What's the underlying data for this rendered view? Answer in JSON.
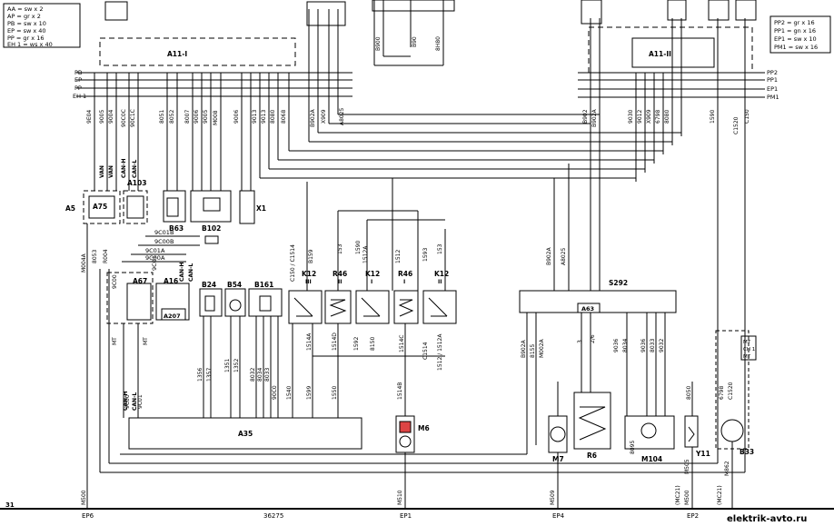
{
  "legend_left": [
    "AA = sw x 2",
    "AP = gr x 2",
    "PB = sw x 10",
    "EP = sw x 40",
    "PP = gr x 16",
    "EH 1 = ws x 40"
  ],
  "legend_right": [
    "PP2 = gr x 16",
    "PP1 = gn x 16",
    "EP1 = sw x 10",
    "PM1 = sw x 16"
  ],
  "buses_left": [
    "PB",
    "EP",
    "PP",
    "EH 1"
  ],
  "buses_right": [
    "PP2",
    "PP1",
    "EP1",
    "PM1"
  ],
  "modules": {
    "a11_1": "A11-I",
    "a11_2": "A11-II",
    "a75": "A75",
    "a5": "A5",
    "a103": "A103",
    "b63": "B63",
    "b102": "B102",
    "x1": "X1",
    "a67": "A67",
    "a16": "A16",
    "a207": "A207",
    "b24": "B24",
    "b54": "B54",
    "b161": "B161",
    "k12_3": "K12",
    "k12_3_sub": "III",
    "r46_2": "R46",
    "r46_2_sub": "II",
    "k12_1": "K12",
    "k12_1_sub": "I",
    "r46_1": "R46",
    "r46_1_sub": "I",
    "k12_2": "K12",
    "k12_2_sub": "II",
    "s292": "S292",
    "a63": "A63",
    "a35": "A35",
    "m6": "M6",
    "m7": "M7",
    "r6": "R6",
    "m104": "M104",
    "y11": "Y11",
    "b33": "B33"
  },
  "wire_labels": {
    "top_left": [
      "9E04",
      "9005",
      "9004",
      "90C0C",
      "90C1C",
      "8051",
      "8052",
      "8007",
      "9006",
      "9005",
      "M008",
      "9006",
      "9013",
      "8080",
      "8068",
      "9013",
      "B902A",
      "X909",
      "A8025"
    ],
    "top_right": [
      "B900",
      "B90",
      "8H80"
    ],
    "right": [
      "B902",
      "B902A",
      "9030",
      "9012",
      "X909",
      "6798",
      "8080",
      "1590",
      "C1520",
      "C150"
    ],
    "bus_lines": [
      "9C01B",
      "9C00B",
      "9C01A",
      "9C00A",
      "9C01"
    ],
    "can": [
      "VAN",
      "VAN",
      "CAN-H",
      "CAN-L",
      "CAN-H",
      "CAN-L",
      "CAN-H",
      "CAN-L"
    ],
    "mid": [
      "C150 / C1514",
      "B159",
      "153",
      "1512A",
      "1590",
      "1512",
      "1593",
      "153",
      "B902A",
      "A8025"
    ],
    "lower_left": [
      "M004A",
      "8053",
      "R004",
      "9C00",
      "MT",
      "MT",
      "9C00",
      "9C01"
    ],
    "lower_mid": [
      "1356",
      "1357",
      "1351",
      "1352",
      "8032",
      "8034",
      "8033",
      "90C0",
      "1540",
      "1599",
      "1550"
    ],
    "relay_bottom": [
      "1514A",
      "1514D",
      "1592",
      "1514C",
      "C1514",
      "1512 / 1512A",
      "8150"
    ],
    "s292_bottom": [
      "B902A",
      "8155",
      "M002A",
      "9036",
      "8034",
      "9036",
      "8033",
      "9032",
      "2/6",
      "3"
    ],
    "bottom": [
      "M500",
      "1514B",
      "M510",
      "M509",
      "M505",
      "(MC21)",
      "M500",
      "M862",
      "(MC21)",
      "6798",
      "C1520",
      "8095",
      "8050"
    ]
  },
  "ground_number": "31",
  "ground_points": [
    "EP6",
    "36275",
    "EP1",
    "EP4",
    "EP2"
  ],
  "watermark": "elektrik-avto.ru",
  "mt_label": "MT\nCH 1\nMT"
}
